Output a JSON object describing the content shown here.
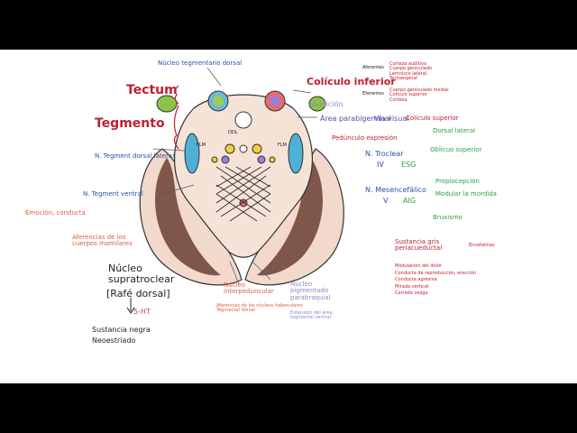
{
  "colors": {
    "background": "#000000",
    "board": "#ffffff",
    "tissue": "#f2d9cc",
    "peduncle_dark": "#5a3a2e",
    "substantia_nigra": "#c8a497",
    "accent_red": "#c0202c",
    "accent_blue": "#2b4fa6",
    "accent_green": "#2f9a4a",
    "accent_orange": "#d9603a",
    "accent_purple": "#5f4aa8"
  },
  "labels": {
    "top_cut": "",
    "nucleo_tegmental_dorsal": "Núcleo tegmentario dorsal",
    "tectum": "Tectum",
    "tegmento": "Tegmento",
    "coliculo_inferior": "Colículo inferior",
    "audicion": "Audición",
    "area_parabigeminal": "Área parabigeminal",
    "via_visual": "Vía visual",
    "coliculo_superior": "Colículo superior",
    "pedunculo_expresion": "Pedúnculo expresión",
    "n_troclear": "N. Troclear",
    "troclear_roman": "IV",
    "troclear_esg": "ESG",
    "dorsal_lateral": "Dorsal lateral",
    "oblicuo_superior": "Oblicuo superior",
    "propiocepcion": "Propiocepción",
    "modular_mordida": "Modular la mordida",
    "n_mesencefalico": "N. Mesencefálico",
    "mesencefalico_roman": "V",
    "mesencefalico_aig": "AIG",
    "bruxismo": "Bruxismo",
    "n_tegment_dorsal_lateral": "N. Tegment dorsal lateral",
    "n_tegment_ventral": "N. Tegment ventral",
    "emocion_conducta": "Emoción, conducta",
    "aferencias_mamilares": "Aferencias de los cuerpos mamilares",
    "nucleo_suprat": "Núcleo supratroclear",
    "rafe_dorsal": "[Rafé dorsal]",
    "five_ht": "5-HT",
    "sustancia_negra": "Sustancia negra",
    "neoestriado": "Neoestriado",
    "nucleo_interpeduncular": "Núcleo interpeduncular",
    "nucleo_pigmentado": "Núcleo pigmentado parabraquial",
    "extension_area_tegmental": "Extensión del área tegmental ventral",
    "sustancia_gris": "Sustancia gris periacueductal",
    "encefalinas": "Encefalinas",
    "ddl": "DDL",
    "flm": "FLM"
  },
  "aferencias_list": [
    "Aferentes",
    "Eferentes"
  ],
  "aferencias_items": [
    "Corteza auditiva",
    "Cuerpo geniculado",
    "Lemnisco lateral",
    "Tectoespinal"
  ],
  "eferencias_items": [
    "Cuerpo geniculado medial",
    "Colículo superior",
    "Corteza"
  ],
  "interpeduncular_list": [
    "Aferencias de los núcleos habenulares",
    "Tegmental dorsal"
  ],
  "sustancia_gris_list": [
    "Modulación del dolor",
    "Conducta de reproducción, erección",
    "Conducta agresiva",
    "Mirada vertical",
    "Cerrado vejiga"
  ],
  "icons": [
    "arrow-down-icon",
    "brace-icon"
  ]
}
